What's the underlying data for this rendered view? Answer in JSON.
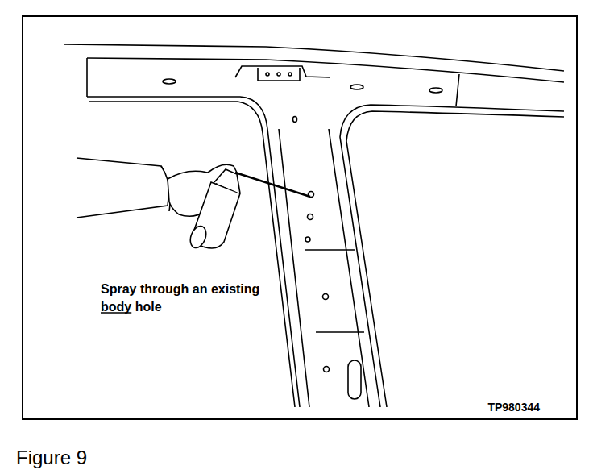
{
  "diagram": {
    "caption": "Figure 9",
    "labels": [
      "Spray through an existing body hole",
      "TP980344"
    ]
  }
}
